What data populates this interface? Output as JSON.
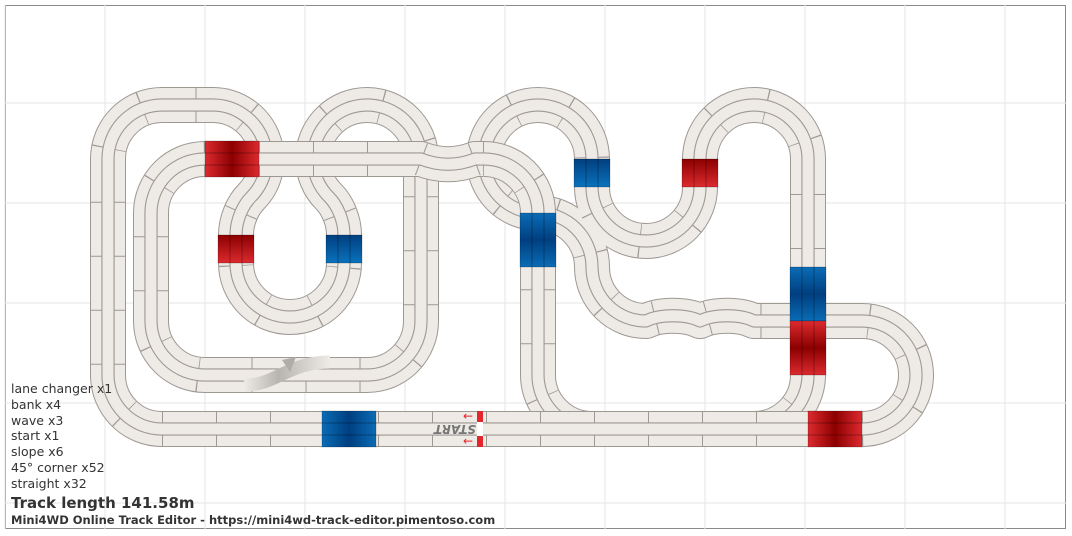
{
  "stats": [
    {
      "label": "lane changer x1"
    },
    {
      "label": "bank x4"
    },
    {
      "label": "wave x3"
    },
    {
      "label": "start x1"
    },
    {
      "label": "slope x6"
    },
    {
      "label": "45° corner x52"
    },
    {
      "label": "straight x32"
    }
  ],
  "track_length": "Track length 141.58m",
  "footer": "Mini4WD Online Track Editor - https://mini4wd-track-editor.pimentoso.com",
  "start_label": "START",
  "colors": {
    "track": "#eeeae6",
    "edge": "#9e9893",
    "bank": "#c0141c",
    "slope": "#004f98",
    "start_mark": "#e3262b"
  }
}
